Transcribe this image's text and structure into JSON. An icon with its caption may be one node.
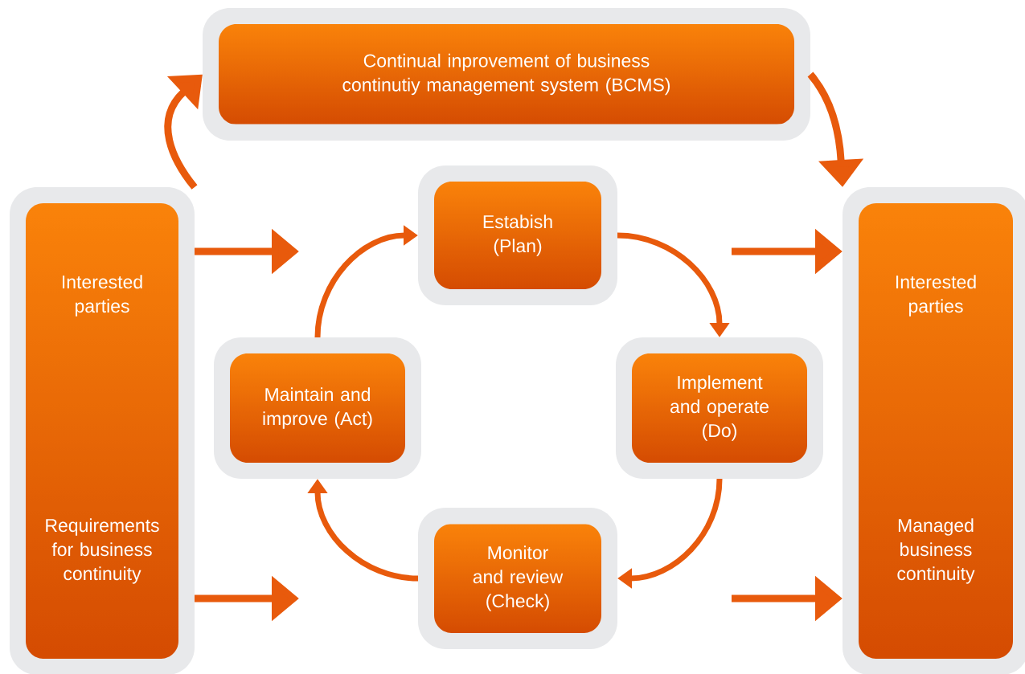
{
  "diagram": {
    "nodes": [
      {
        "text": [
          "Continual inprovement of business continutiy management system (BCMS)"
        ]
      },
      {
        "text": [
          "Interested parties",
          "Requirements for business continuity"
        ]
      },
      {
        "text": [
          "Estabish (Plan)"
        ]
      },
      {
        "text": [
          "Implement and operate (Do)"
        ]
      },
      {
        "text": [
          "Monitor and review (Check)"
        ]
      },
      {
        "text": [
          "Maintain and improve (Act)"
        ]
      },
      {
        "text": [
          "Interested parties",
          "Managed business continuity"
        ]
      }
    ],
    "edges": [
      {
        "from": 1,
        "to": 0,
        "arrow": "to"
      },
      {
        "from": 0,
        "to": 6,
        "arrow": "to"
      },
      {
        "from": 1,
        "to": null,
        "arrow": "to"
      },
      {
        "from": 1,
        "to": null,
        "arrow": "to"
      },
      {
        "from": null,
        "to": 6,
        "arrow": "to"
      },
      {
        "from": null,
        "to": 6,
        "arrow": "to"
      },
      {
        "from": 2,
        "to": 3,
        "arrow": "to"
      },
      {
        "from": 3,
        "to": 4,
        "arrow": "to"
      },
      {
        "from": 4,
        "to": 5,
        "arrow": "to"
      },
      {
        "from": 5,
        "to": 2,
        "arrow": "to"
      }
    ]
  }
}
